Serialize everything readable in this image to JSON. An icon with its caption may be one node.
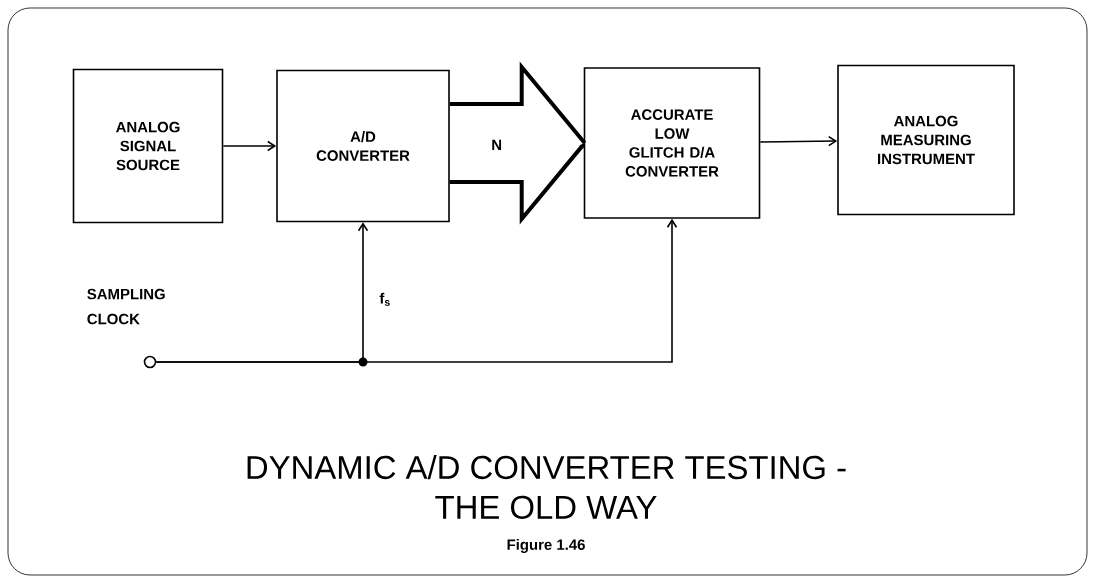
{
  "diagram": {
    "title": "DYNAMIC A/D CONVERTER TESTING - THE OLD WAY",
    "caption": "Figure 1.46",
    "nodes": [
      {
        "text": [
          "ANALOG SIGNAL SOURCE"
        ]
      },
      {
        "text": [
          "A/D CONVERTER"
        ]
      },
      {
        "text": [
          "ACCURATE LOW GLITCH D/A CONVERTER"
        ]
      },
      {
        "text": [
          "ANALOG MEASURING INSTRUMENT"
        ]
      },
      {
        "text": [],
        "shape": "circle",
        "beside": [
          "SAMPLING CLOCK"
        ]
      }
    ],
    "edges": [
      {
        "from": 0,
        "to": 1,
        "arrow": "to"
      },
      {
        "from": 1,
        "to": 2,
        "arrow": "to",
        "label": "N",
        "style": "thick"
      },
      {
        "from": 2,
        "to": 3,
        "arrow": "to"
      },
      {
        "from": 4,
        "to": 1,
        "arrow": "to",
        "label": "f$_{s}$"
      },
      {
        "from": 4,
        "to": 2,
        "arrow": "to"
      }
    ]
  }
}
